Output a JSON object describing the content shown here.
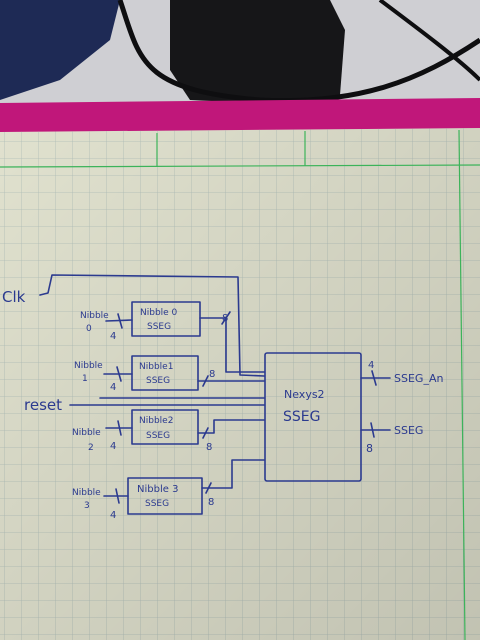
{
  "colors": {
    "ink": "#2b3a8f",
    "paper": "#ecedd9",
    "grid_line": "#b7c7c1",
    "margin_line": "#3cb35a",
    "binder_pink": "#c0177a",
    "background_dark": "#1f1f23"
  },
  "diagram": {
    "clk_label": "Clk",
    "reset_label": "reset",
    "main_block": {
      "line1": "Nexys2",
      "line2": "SSEG"
    },
    "nibble_blocks": [
      {
        "line1": "Nibble 0",
        "line2": "SSEG",
        "input_label_top": "Nibble",
        "input_label_bottom": "0",
        "input_width": "4",
        "output_width": "8"
      },
      {
        "line1": "Nibble1",
        "line2": "SSEG",
        "input_label_top": "Nibble",
        "input_label_bottom": "1",
        "input_width": "4",
        "output_width": "8"
      },
      {
        "line1": "Nibble2",
        "line2": "SSEG",
        "input_label_top": "Nibble",
        "input_label_bottom": "2",
        "input_width": "4",
        "output_width": "8"
      },
      {
        "line1": "Nibble 3",
        "line2": "SSEG",
        "input_label_top": "Nibble",
        "input_label_bottom": "3",
        "input_width": "4",
        "output_width": "8"
      }
    ],
    "outputs": [
      {
        "label": "SSEG_An",
        "width": "4"
      },
      {
        "label": "SSEG",
        "width": "8"
      }
    ]
  }
}
